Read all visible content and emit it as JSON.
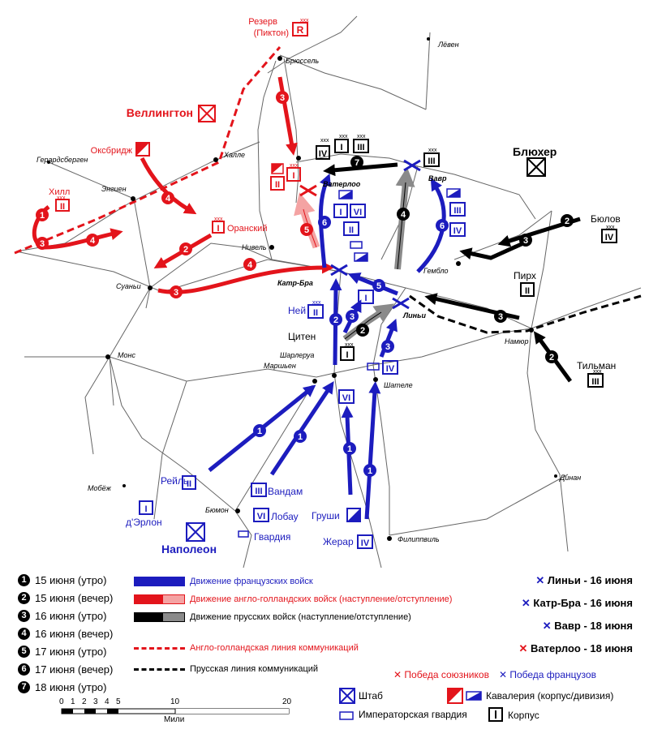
{
  "colors": {
    "french": "#1c1cbe",
    "allied": "#e3141b",
    "allied_retreat": "#f7b3b3",
    "prussian": "#000000",
    "prussian_retreat": "#8a8a8a",
    "road": "#666666"
  },
  "towns": {
    "bruxelles": "Брюссель",
    "leuven": "Лёвен",
    "halle": "Халле",
    "gerardsbergen": "Герардсберген",
    "enghien": "Энгиен",
    "waterloo": "Ватерлоо",
    "wavre": "Вавр",
    "nivelles": "Нивель",
    "quatre_bras": "Катр-Бра",
    "ligny": "Линьи",
    "gembloux": "Гембло",
    "soignies": "Суаньи",
    "mons": "Монс",
    "charleroi": "Шарлеруа",
    "marchienne": "Маршьен",
    "chatelet": "Шателе",
    "namur": "Намюр",
    "dinant": "Динан",
    "maubeuge": "Мобёж",
    "beaumont": "Бюмон",
    "philippeville": "Филиппвиль"
  },
  "units": {
    "reserve": "Резерв\n(Пиктон)",
    "reserve_l1": "Резерв",
    "reserve_l2": "(Пиктон)",
    "wellington": "Веллингтон",
    "uxbridge": "Оксбридж",
    "hill": "Хилл",
    "orange": "Оранский",
    "blucher": "Блюхер",
    "bulow": "Бюлов",
    "pirch": "Пирх",
    "thielmann": "Тильман",
    "zieten": "Цитен",
    "ney": "Ней",
    "reille": "Рейль",
    "derlon": "д'Эрлон",
    "napoleon": "Наполеон",
    "vandamme": "Вандам",
    "lobau": "Лобау",
    "guard": "Гвардия",
    "grouchy": "Груши",
    "gerard": "Жерар"
  },
  "corps_roman": {
    "I": "I",
    "II": "II",
    "III": "III",
    "IV": "IV",
    "VI": "VI",
    "R": "R"
  },
  "marks": {
    "xxx": "xxx",
    "xx": "xx"
  },
  "route_nums": {
    "n1": "1",
    "n2": "2",
    "n3": "3",
    "n4": "4",
    "n5": "5",
    "n6": "6",
    "n7": "7"
  },
  "legend": {
    "days": [
      {
        "num": "1",
        "text": "15 июня (утро)"
      },
      {
        "num": "2",
        "text": "15 июня (вечер)"
      },
      {
        "num": "3",
        "text": "16 июня (утро)"
      },
      {
        "num": "4",
        "text": "16 июня (вечер)"
      },
      {
        "num": "5",
        "text": "17 июня (утро)"
      },
      {
        "num": "6",
        "text": "17 июня (вечер)"
      },
      {
        "num": "7",
        "text": "18 июня (утро)"
      }
    ],
    "french_moves": "Движение французских войск",
    "allied_moves": "Движение англо-голландских войск (наступление/отступление)",
    "prussian_moves": "Движение прусских войск (наступление/отступление)",
    "allied_comm": "Англо-голландская линия коммуникаций",
    "prussian_comm": "Прусская линия коммуникаций",
    "battles": [
      {
        "text": "Линьи - 16 июня",
        "winner": "french"
      },
      {
        "text": "Катр-Бра - 16 июня",
        "winner": "french"
      },
      {
        "text": "Вавр - 18 июня",
        "winner": "french"
      },
      {
        "text": "Ватерлоо - 18 июня",
        "winner": "allied"
      }
    ],
    "allied_victory": "Победа союзников",
    "french_victory": "Победа французов",
    "hq": "Штаб",
    "cavalry": "Кавалерия (корпус/дивизия)",
    "imperial_guard": "Императорская гвардия",
    "corps": "Корпус",
    "scale_ticks": [
      "0",
      "1",
      "2",
      "3",
      "4",
      "5",
      "10",
      "20"
    ],
    "scale_unit": "Мили"
  }
}
